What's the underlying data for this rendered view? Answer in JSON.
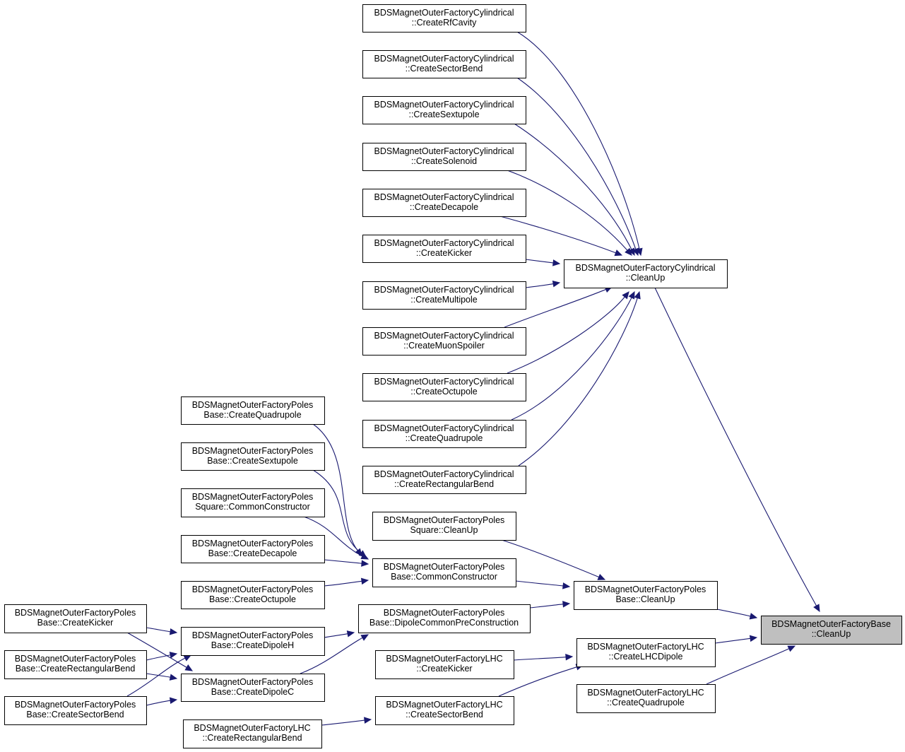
{
  "nodes": {
    "factory_base_cleanup": {
      "line1": "BDSMagnetOuterFactoryBase",
      "line2": "::CleanUp",
      "highlighted": true
    },
    "cyl_cleanup": {
      "line1": "BDSMagnetOuterFactoryCylindrical",
      "line2": "::CleanUp"
    },
    "cyl_rfcavity": {
      "line1": "BDSMagnetOuterFactoryCylindrical",
      "line2": "::CreateRfCavity"
    },
    "cyl_sectorbend": {
      "line1": "BDSMagnetOuterFactoryCylindrical",
      "line2": "::CreateSectorBend"
    },
    "cyl_sextupole": {
      "line1": "BDSMagnetOuterFactoryCylindrical",
      "line2": "::CreateSextupole"
    },
    "cyl_solenoid": {
      "line1": "BDSMagnetOuterFactoryCylindrical",
      "line2": "::CreateSolenoid"
    },
    "cyl_decapole": {
      "line1": "BDSMagnetOuterFactoryCylindrical",
      "line2": "::CreateDecapole"
    },
    "cyl_kicker": {
      "line1": "BDSMagnetOuterFactoryCylindrical",
      "line2": "::CreateKicker"
    },
    "cyl_multipole": {
      "line1": "BDSMagnetOuterFactoryCylindrical",
      "line2": "::CreateMultipole"
    },
    "cyl_muonspoiler": {
      "line1": "BDSMagnetOuterFactoryCylindrical",
      "line2": "::CreateMuonSpoiler"
    },
    "cyl_octupole": {
      "line1": "BDSMagnetOuterFactoryCylindrical",
      "line2": "::CreateOctupole"
    },
    "cyl_quadrupole": {
      "line1": "BDSMagnetOuterFactoryCylindrical",
      "line2": "::CreateQuadrupole"
    },
    "cyl_rectbend": {
      "line1": "BDSMagnetOuterFactoryCylindrical",
      "line2": "::CreateRectangularBend"
    },
    "poles_square_cleanup": {
      "line1": "BDSMagnetOuterFactoryPoles",
      "line2": "Square::CleanUp"
    },
    "poles_base_commonconstructor": {
      "line1": "BDSMagnetOuterFactoryPoles",
      "line2": "Base::CommonConstructor"
    },
    "poles_base_cleanup": {
      "line1": "BDSMagnetOuterFactoryPoles",
      "line2": "Base::CleanUp"
    },
    "poles_base_dipolecommon": {
      "line1": "BDSMagnetOuterFactoryPoles",
      "line2": "Base::DipoleCommonPreConstruction"
    },
    "poles_base_quadrupole": {
      "line1": "BDSMagnetOuterFactoryPoles",
      "line2": "Base::CreateQuadrupole"
    },
    "poles_base_sextupole": {
      "line1": "BDSMagnetOuterFactoryPoles",
      "line2": "Base::CreateSextupole"
    },
    "poles_square_commonconstructor": {
      "line1": "BDSMagnetOuterFactoryPoles",
      "line2": "Square::CommonConstructor"
    },
    "poles_base_decapole": {
      "line1": "BDSMagnetOuterFactoryPoles",
      "line2": "Base::CreateDecapole"
    },
    "poles_base_octupole": {
      "line1": "BDSMagnetOuterFactoryPoles",
      "line2": "Base::CreateOctupole"
    },
    "poles_base_dipoleh": {
      "line1": "BDSMagnetOuterFactoryPoles",
      "line2": "Base::CreateDipoleH"
    },
    "poles_base_dipolec": {
      "line1": "BDSMagnetOuterFactoryPoles",
      "line2": "Base::CreateDipoleC"
    },
    "poles_base_kicker": {
      "line1": "BDSMagnetOuterFactoryPoles",
      "line2": "Base::CreateKicker"
    },
    "poles_base_rectbend": {
      "line1": "BDSMagnetOuterFactoryPoles",
      "line2": "Base::CreateRectangularBend"
    },
    "poles_base_sectorbend": {
      "line1": "BDSMagnetOuterFactoryPoles",
      "line2": "Base::CreateSectorBend"
    },
    "lhc_lhcdipole": {
      "line1": "BDSMagnetOuterFactoryLHC",
      "line2": "::CreateLHCDipole"
    },
    "lhc_quadrupole": {
      "line1": "BDSMagnetOuterFactoryLHC",
      "line2": "::CreateQuadrupole"
    },
    "lhc_kicker": {
      "line1": "BDSMagnetOuterFactoryLHC",
      "line2": "::CreateKicker"
    },
    "lhc_sectorbend": {
      "line1": "BDSMagnetOuterFactoryLHC",
      "line2": "::CreateSectorBend"
    },
    "lhc_rectbend": {
      "line1": "BDSMagnetOuterFactoryLHC",
      "line2": "::CreateRectangularBend"
    }
  },
  "edges": [
    {
      "from": "cyl_rfcavity",
      "to": "cyl_cleanup"
    },
    {
      "from": "cyl_sectorbend",
      "to": "cyl_cleanup"
    },
    {
      "from": "cyl_sextupole",
      "to": "cyl_cleanup"
    },
    {
      "from": "cyl_solenoid",
      "to": "cyl_cleanup"
    },
    {
      "from": "cyl_decapole",
      "to": "cyl_cleanup"
    },
    {
      "from": "cyl_kicker",
      "to": "cyl_cleanup"
    },
    {
      "from": "cyl_multipole",
      "to": "cyl_cleanup"
    },
    {
      "from": "cyl_muonspoiler",
      "to": "cyl_cleanup"
    },
    {
      "from": "cyl_octupole",
      "to": "cyl_cleanup"
    },
    {
      "from": "cyl_quadrupole",
      "to": "cyl_cleanup"
    },
    {
      "from": "cyl_rectbend",
      "to": "cyl_cleanup"
    },
    {
      "from": "cyl_cleanup",
      "to": "factory_base_cleanup"
    },
    {
      "from": "poles_base_quadrupole",
      "to": "poles_base_commonconstructor"
    },
    {
      "from": "poles_base_sextupole",
      "to": "poles_base_commonconstructor"
    },
    {
      "from": "poles_square_commonconstructor",
      "to": "poles_base_commonconstructor"
    },
    {
      "from": "poles_base_decapole",
      "to": "poles_base_commonconstructor"
    },
    {
      "from": "poles_base_octupole",
      "to": "poles_base_commonconstructor"
    },
    {
      "from": "poles_square_cleanup",
      "to": "poles_base_cleanup"
    },
    {
      "from": "poles_base_commonconstructor",
      "to": "poles_base_cleanup"
    },
    {
      "from": "poles_base_dipolecommon",
      "to": "poles_base_cleanup"
    },
    {
      "from": "poles_base_cleanup",
      "to": "factory_base_cleanup"
    },
    {
      "from": "poles_base_dipoleh",
      "to": "poles_base_dipolecommon"
    },
    {
      "from": "poles_base_dipolec",
      "to": "poles_base_dipolecommon"
    },
    {
      "from": "poles_base_kicker",
      "to": "poles_base_dipoleh"
    },
    {
      "from": "poles_base_rectbend",
      "to": "poles_base_dipoleh"
    },
    {
      "from": "poles_base_sectorbend",
      "to": "poles_base_dipoleh"
    },
    {
      "from": "poles_base_kicker",
      "to": "poles_base_dipolec"
    },
    {
      "from": "poles_base_rectbend",
      "to": "poles_base_dipolec"
    },
    {
      "from": "poles_base_sectorbend",
      "to": "poles_base_dipolec"
    },
    {
      "from": "lhc_lhcdipole",
      "to": "factory_base_cleanup"
    },
    {
      "from": "lhc_quadrupole",
      "to": "factory_base_cleanup"
    },
    {
      "from": "lhc_kicker",
      "to": "lhc_lhcdipole"
    },
    {
      "from": "lhc_sectorbend",
      "to": "lhc_lhcdipole"
    },
    {
      "from": "lhc_rectbend",
      "to": "lhc_sectorbend"
    }
  ],
  "colors": {
    "edge": "#191970",
    "highlight_fill": "#bfbfbf",
    "node_border": "#000000"
  }
}
